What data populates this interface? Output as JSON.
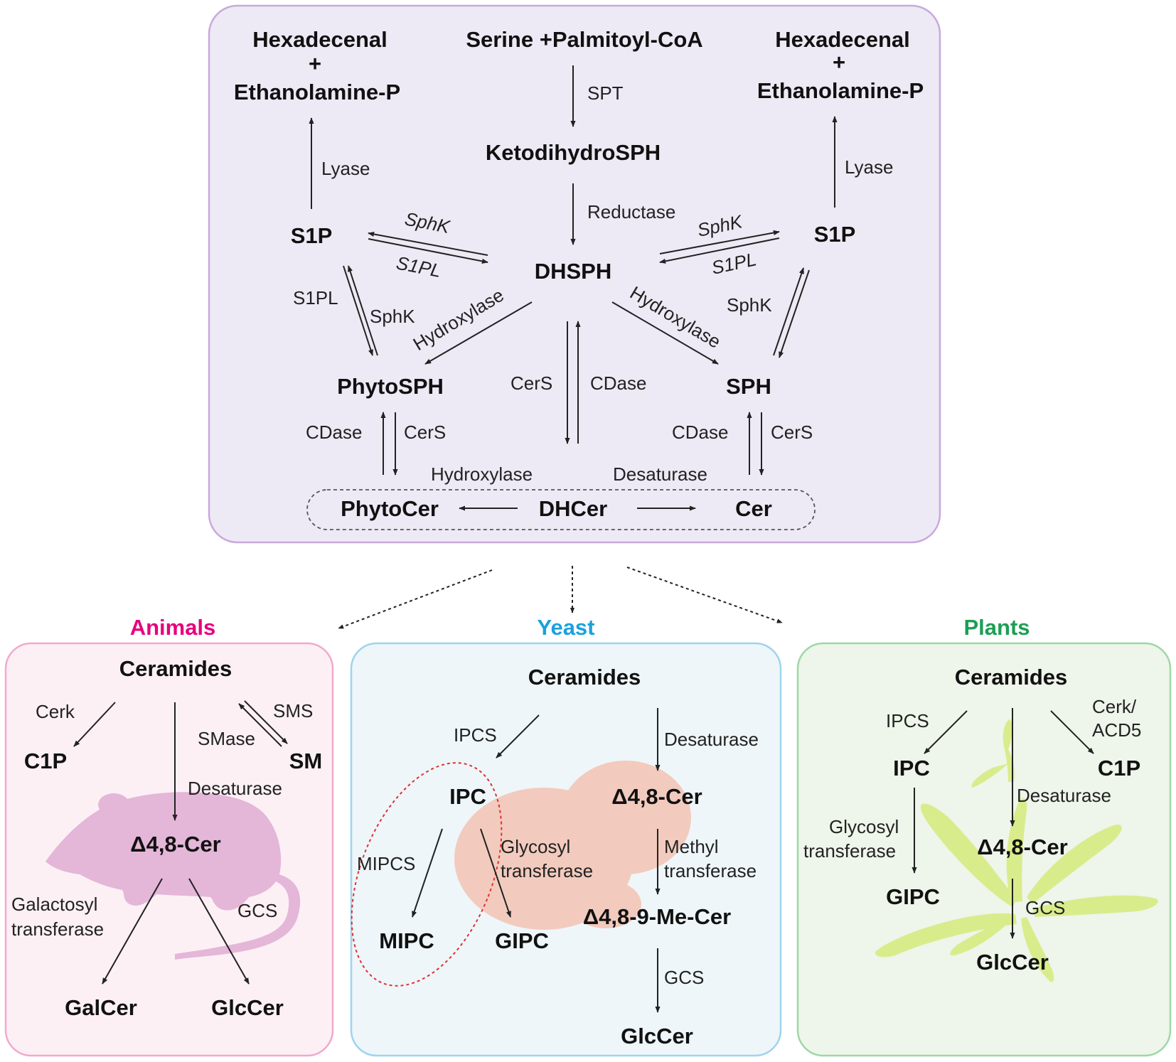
{
  "colors": {
    "top_panel_fill": "#EDEAF5",
    "top_panel_stroke": "#C9A8DC",
    "animals": "#E6007E",
    "yeast": "#1BA1DC",
    "plants": "#1E9E55",
    "animals_fill": "#FCF0F5",
    "animals_stroke": "#F2A9CD",
    "yeast_fill": "#EEF6FA",
    "yeast_stroke": "#9ED4EC",
    "plants_fill": "#EEF5EA",
    "plants_stroke": "#9ED8A6",
    "mouse_silhouette": "#E4B6D8",
    "yeast_cell": "#F2CBBE",
    "plant_silhouette": "#D9EC8C",
    "yeast_dotted_circle": "#E03030"
  },
  "icons": [
    "mouse-silhouette",
    "yeast-cell-silhouette",
    "plant-silhouette"
  ],
  "top": {
    "hexadecenal_left": "Hexadecenal",
    "plus_left": "+",
    "ethanolamine_left": "Ethanolamine-P",
    "hexadecenal_right": "Hexadecenal",
    "plus_right": "+",
    "ethanolamine_right": "Ethanolamine-P",
    "serine": "Serine +Palmitoyl-CoA",
    "spt": "SPT",
    "ketodihydrosph": "KetodihydroSPH",
    "reductase": "Reductase",
    "lyase_left": "Lyase",
    "lyase_right": "Lyase",
    "s1p_left": "S1P",
    "s1p_right": "S1P",
    "sphk_top_left": "SphK",
    "s1pl_top_left": "S1PL",
    "sphk_top_right": "SphK",
    "s1pl_top_right": "S1PL",
    "dhsph": "DHSPH",
    "s1pl_left_vert": "S1PL",
    "sphk_left_vert": "SphK",
    "sphk_right_vert": "SphK",
    "hydroxylase_left": "Hydroxylase",
    "hydroxylase_right": "Hydroxylase",
    "phytosph": "PhytoSPH",
    "sph": "SPH",
    "cers_center": "CerS",
    "cdase_center": "CDase",
    "cdase_left": "CDase",
    "cers_left": "CerS",
    "cdase_right": "CDase",
    "cers_right": "CerS",
    "hydroxylase_bottom": "Hydroxylase",
    "desaturase_bottom": "Desaturase",
    "phytocer": "PhytoCer",
    "dhcer": "DHCer",
    "cer": "Cer"
  },
  "animals": {
    "title": "Animals",
    "ceramides": "Ceramides",
    "cerk": "Cerk",
    "c1p": "C1P",
    "sms": "SMS",
    "smase": "SMase",
    "sm": "SM",
    "desaturase": "Desaturase",
    "d48cer": "Δ4,8-Cer",
    "galactosyl1": "Galactosyl",
    "galactosyl2": "transferase",
    "gcs": "GCS",
    "galcer": "GalCer",
    "glccer": "GlcCer"
  },
  "yeast": {
    "title": "Yeast",
    "ceramides": "Ceramides",
    "ipcs": "IPCS",
    "desaturase": "Desaturase",
    "ipc": "IPC",
    "d48cer": "Δ4,8-Cer",
    "mipcs": "MIPCS",
    "glycosyl1": "Glycosyl",
    "glycosyl2": "transferase",
    "methyl1": "Methyl",
    "methyl2": "transferase",
    "mipc": "MIPC",
    "gipc": "GIPC",
    "d489mecer": "Δ4,8-9-Me-Cer",
    "gcs": "GCS",
    "glccer": "GlcCer"
  },
  "plants": {
    "title": "Plants",
    "ceramides": "Ceramides",
    "ipcs": "IPCS",
    "cerk1": "Cerk/",
    "cerk2": "ACD5",
    "ipc": "IPC",
    "c1p": "C1P",
    "desaturase": "Desaturase",
    "glycosyl1": "Glycosyl",
    "glycosyl2": "transferase",
    "d48cer": "Δ4,8-Cer",
    "gipc": "GIPC",
    "gcs": "GCS",
    "glccer": "GlcCer"
  }
}
